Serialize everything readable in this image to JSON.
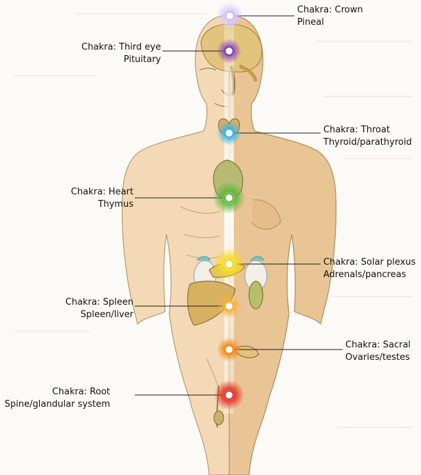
{
  "colors": {
    "crown": "#c9b6f2",
    "third_eye": "#7a3fa8",
    "throat": "#3fb6e0",
    "heart": "#5fb53a",
    "solar_plexus": "#f2d21c",
    "spleen": "#f4b23a",
    "sacral": "#f08a1c",
    "root": "#e2372a",
    "skin_left": "#f4d9b6",
    "skin_right": "#e9c494",
    "organ": "#d7b878",
    "leader_line": "#1a1a1a"
  },
  "chakras": [
    {
      "id": "crown",
      "name": "Chakra: Crown",
      "gland": "Pineal",
      "side": "right",
      "icon": "crown-chakra-icon"
    },
    {
      "id": "third-eye",
      "name": "Chakra: Third eye",
      "gland": "Pituitary",
      "side": "left",
      "icon": "third-eye-chakra-icon"
    },
    {
      "id": "throat",
      "name": "Chakra: Throat",
      "gland": "Thyroid/parathyroid",
      "side": "right",
      "icon": "throat-chakra-icon"
    },
    {
      "id": "heart",
      "name": "Chakra: Heart",
      "gland": "Thymus",
      "side": "left",
      "icon": "heart-chakra-icon"
    },
    {
      "id": "solar-plexus",
      "name": "Chakra: Solar plexus",
      "gland": "Adrenals/pancreas",
      "side": "right",
      "icon": "solar-plexus-chakra-icon"
    },
    {
      "id": "spleen",
      "name": "Chakra: Spleen",
      "gland": "Spleen/liver",
      "side": "left",
      "icon": "spleen-chakra-icon"
    },
    {
      "id": "sacral",
      "name": "Chakra: Sacral",
      "gland": "Ovaries/testes",
      "side": "right",
      "icon": "sacral-chakra-icon"
    },
    {
      "id": "root",
      "name": "Chakra: Root",
      "gland": "Spine/glandular system",
      "side": "left",
      "icon": "root-chakra-icon"
    }
  ]
}
